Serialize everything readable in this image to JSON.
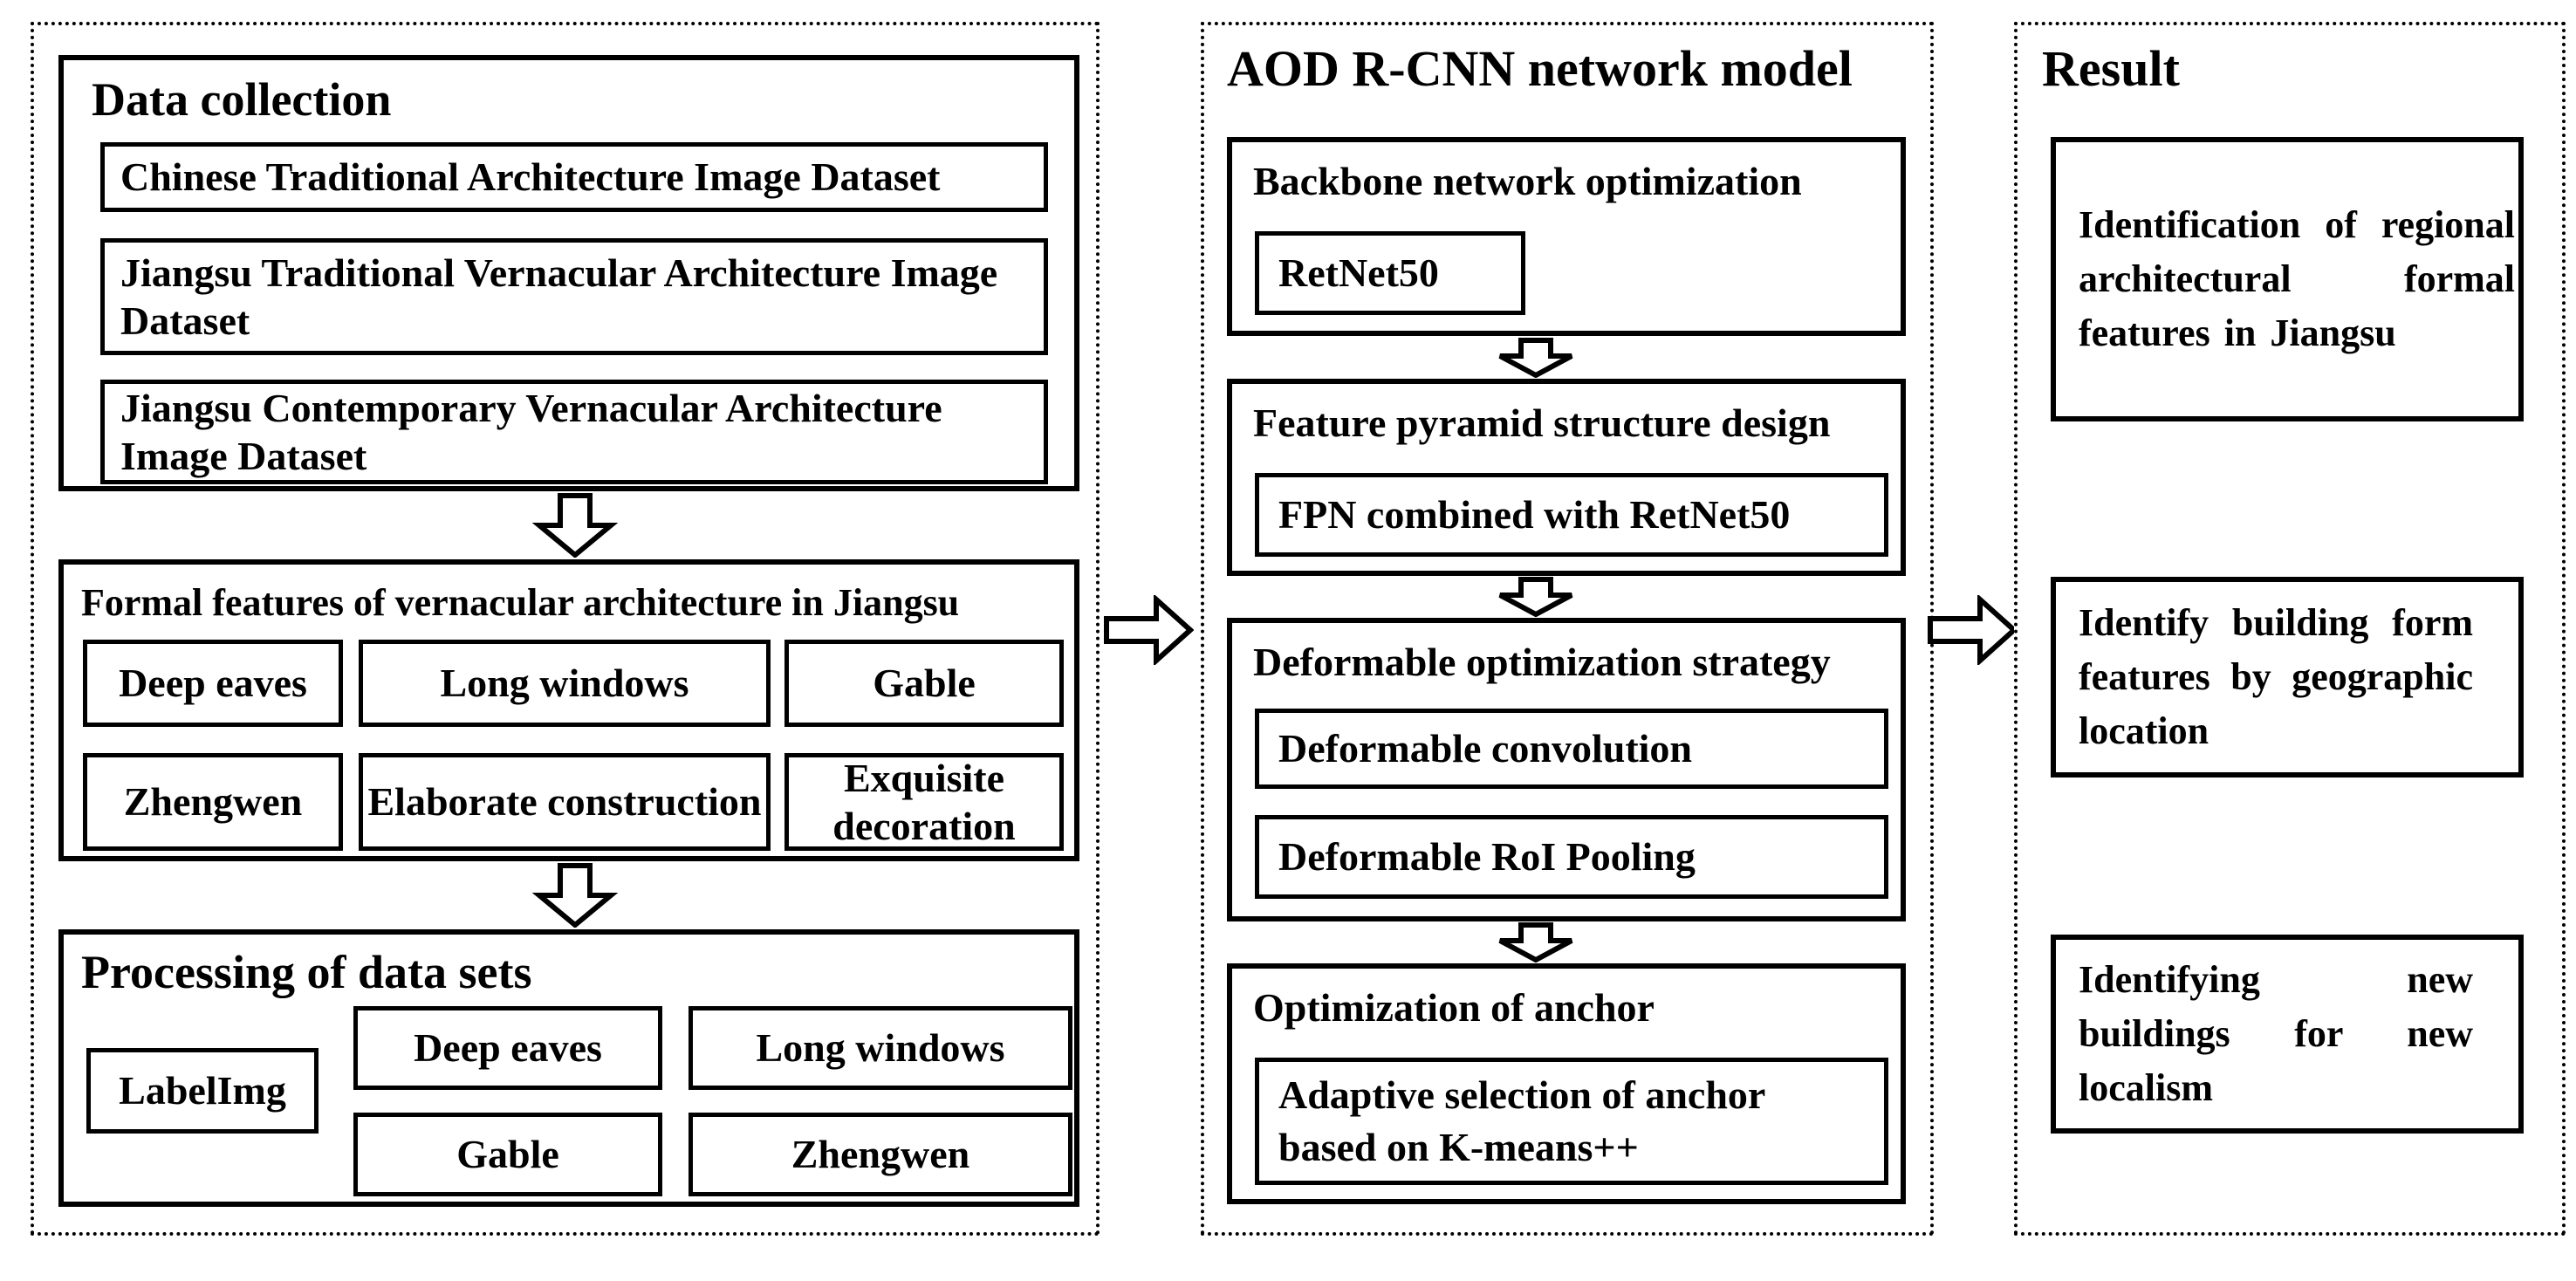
{
  "diagram": {
    "left_panel": {
      "data_collection": {
        "title": "Data collection",
        "datasets": [
          "Chinese Traditional Architecture Image Dataset",
          "Jiangsu Traditional Vernacular Architecture Image Dataset",
          "Jiangsu Contemporary Vernacular Architecture Image Dataset"
        ]
      },
      "formal_features": {
        "title": "Formal features of vernacular architecture in Jiangsu",
        "features": [
          "Deep eaves",
          "Long windows",
          "Gable",
          "Zhengwen",
          "Elaborate construction",
          "Exquisite decoration"
        ]
      },
      "processing": {
        "title": "Processing of data sets",
        "tool": "LabelImg",
        "labels": [
          "Deep eaves",
          "Long windows",
          "Gable",
          "Zhengwen"
        ]
      }
    },
    "middle_panel": {
      "title": "AOD R-CNN network model",
      "stages": [
        {
          "title": "Backbone network optimization",
          "items": [
            "RetNet50"
          ]
        },
        {
          "title": "Feature pyramid structure design",
          "items": [
            "FPN combined with RetNet50"
          ]
        },
        {
          "title": "Deformable optimization strategy",
          "items": [
            "Deformable convolution",
            "Deformable RoI Pooling"
          ]
        },
        {
          "title": "Optimization of anchor",
          "items": [
            "Adaptive selection of anchor based on K-means++"
          ]
        }
      ]
    },
    "right_panel": {
      "title": "Result",
      "results": [
        "Identification of regional architectural formal features in Jiangsu",
        "Identify building form features by geographic location",
        "Identifying new buildings for new localism"
      ]
    },
    "colors": {
      "line": "#000000",
      "background": "#ffffff",
      "text": "#000000"
    }
  }
}
